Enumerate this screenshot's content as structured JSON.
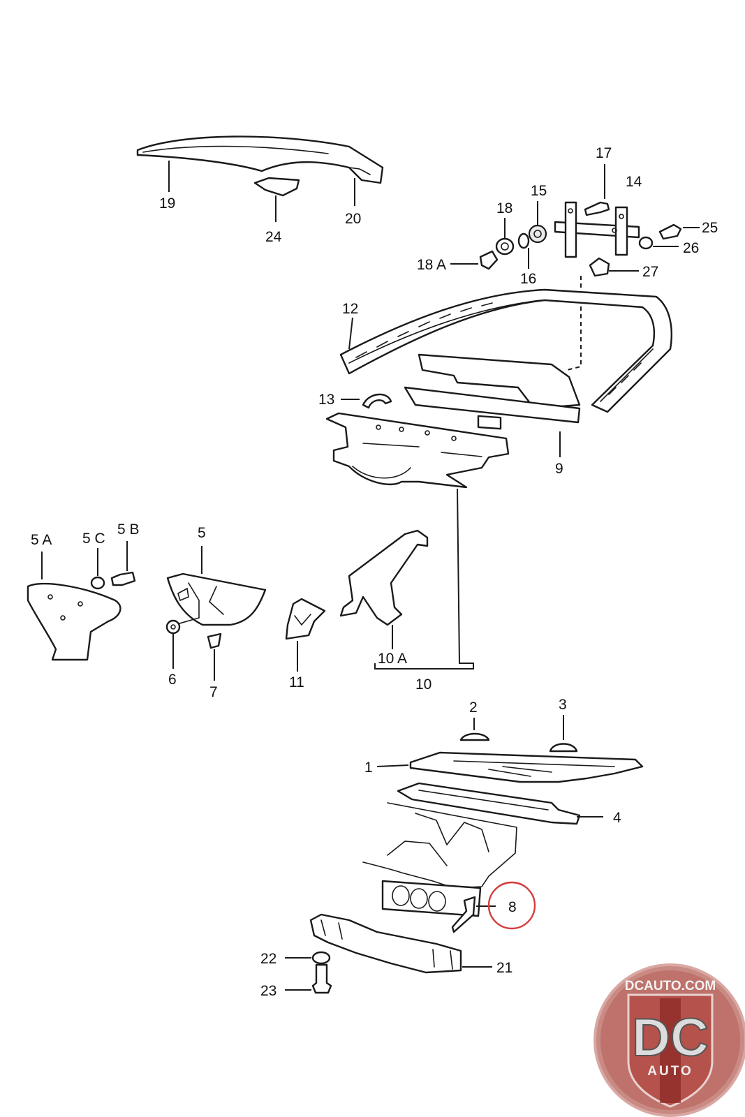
{
  "diagram": {
    "callouts": {
      "c1": "1",
      "c2": "2",
      "c3": "3",
      "c4": "4",
      "c5": "5",
      "c5a": "5 A",
      "c5b": "5 B",
      "c5c": "5 C",
      "c6": "6",
      "c7": "7",
      "c8": "8",
      "c9": "9",
      "c10": "10",
      "c10a": "10 A",
      "c11": "11",
      "c12": "12",
      "c13": "13",
      "c14": "14",
      "c15": "15",
      "c16": "16",
      "c17": "17",
      "c18": "18",
      "c18a": "18 A",
      "c19": "19",
      "c20": "20",
      "c21": "21",
      "c22": "22",
      "c23": "23",
      "c24": "24",
      "c25": "25",
      "c26": "26",
      "c27": "27"
    },
    "highlighted_callout": "8",
    "highlight_color": "#d43b3b"
  },
  "logo": {
    "site": "DCAUTO.COM",
    "monogram": "DC",
    "word": "AUTO",
    "colors": {
      "ring": "#c98a84",
      "badge": "#b5524c",
      "stripe": "#8c2a26",
      "letters": "#dcdcdc"
    }
  }
}
